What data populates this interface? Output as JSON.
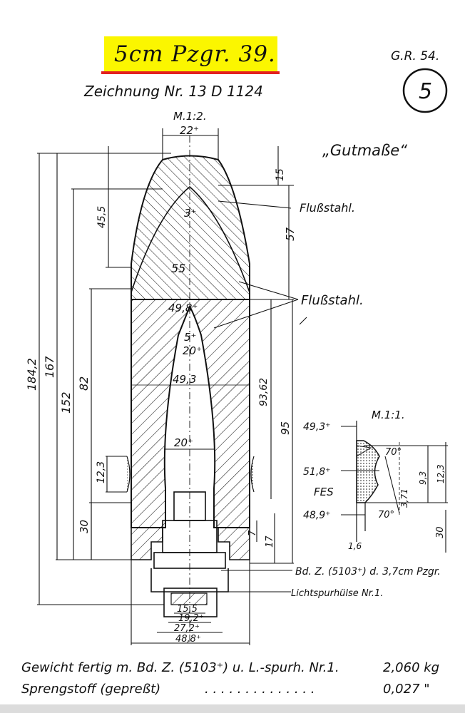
{
  "title": "5cm Pzgr. 39.",
  "drawing_number": "Zeichnung Nr. 13 D 1124",
  "sheet_code": "G.R. 54.",
  "sheet_number": "5",
  "scale_main": "M.1:2.",
  "scale_detail": "M.1:1.",
  "gutmasse": "„Gutmaße“",
  "labels": {
    "flussstahl_1": "Flußstahl.",
    "flussstahl_2": "Flußstahl.",
    "bdz": "Bd. Z. (5103⁺) d. 3,7cm Pzgr.",
    "lichtspur": "Lichtspurhülse Nr.1.",
    "fes": "FES"
  },
  "dimensions": {
    "d_22": "22⁺",
    "d_3": "3⁺",
    "d_55": "55",
    "d_49_8": "49,8⁺",
    "d_5": "5⁺",
    "d_20_upper": "20⁺",
    "d_49_3_inner": "49,3",
    "d_20_lower": "20⁺",
    "d_15_5": "15,5",
    "d_19_2": "19,2⁺",
    "d_27_2": "27,2⁺",
    "d_48_8": "48,8⁺",
    "l_184_2": "184,2",
    "l_167": "167",
    "l_152": "152",
    "l_82": "82",
    "l_45_5": "45,5",
    "l_30": "30",
    "l_12_3": "12,3",
    "l_15": "15",
    "l_57": "57",
    "l_93_62": "93,62",
    "l_95": "95",
    "l_7": "7",
    "l_17": "17",
    "det_49_3": "49,3⁺",
    "det_51_8": "51,8⁺",
    "det_48_9": "48,9⁺",
    "det_70_top": "70°",
    "det_70_bottom": "70°",
    "det_9_3": "9,3",
    "det_12_3": "12,3",
    "det_30": "30",
    "det_3_71": "3,71",
    "det_1_6": "1,6"
  },
  "weights": {
    "row1_label": "Gewicht fertig m. Bd. Z. (5103⁺) u. L.-spurh. Nr.1.",
    "row1_value": "2,060 kg",
    "row2_label": "Sprengstoff (gepreßt)",
    "row2_value": "0,027 \""
  }
}
